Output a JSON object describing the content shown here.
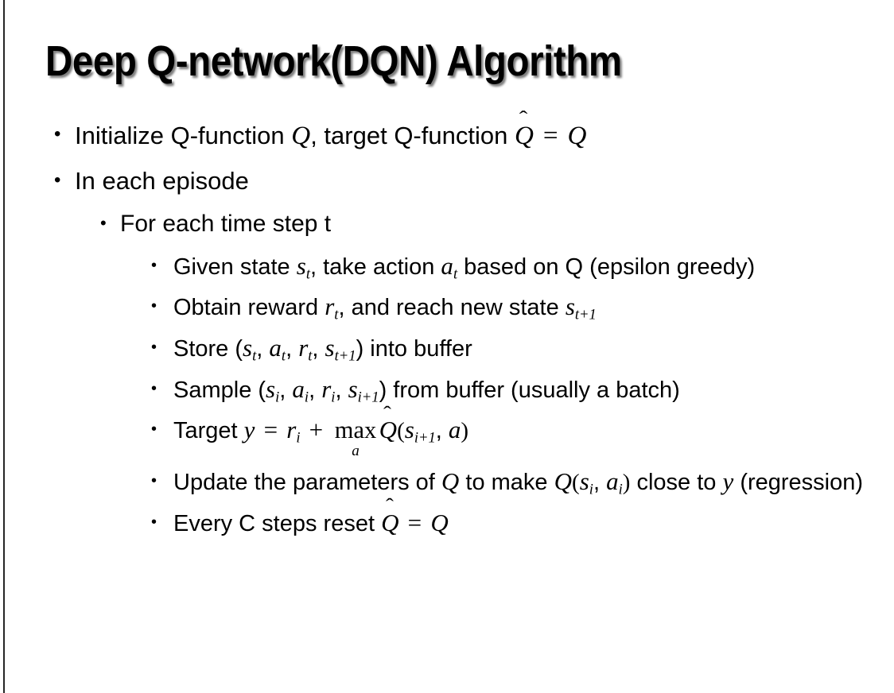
{
  "slide": {
    "title": "Deep Q-network(DQN) Algorithm",
    "background_color": "#ffffff",
    "text_color": "#000000",
    "left_rule_color": "#262626",
    "bullet_glyph": "•"
  },
  "content": {
    "level1": [
      {
        "id": "initialize",
        "text_parts": [
          "Initialize Q-function ",
          "Q",
          ", target Q-function ",
          "Q̂",
          " = ",
          "Q"
        ]
      },
      {
        "id": "in-each-episode",
        "text": "In each episode"
      }
    ],
    "level2": [
      {
        "id": "for-each-time-step",
        "text": "For each time step t"
      }
    ],
    "level3": [
      {
        "id": "given-state",
        "text": "Given state s_t, take action a_t based on Q (epsilon greedy)"
      },
      {
        "id": "obtain-reward",
        "text": "Obtain reward r_t, and reach new state s_{t+1}"
      },
      {
        "id": "store-transition",
        "text": "Store (s_t, a_t, r_t, s_{t+1}) into buffer"
      },
      {
        "id": "sample-batch",
        "text": "Sample (s_i, a_i, r_i, s_{i+1}) from buffer (usually a batch)"
      },
      {
        "id": "target-y",
        "text": "Target y = r_i + max_a Q̂(s_{i+1}, a)"
      },
      {
        "id": "update-parameters",
        "text": "Update the parameters of Q to make Q(s_i, a_i) close to y (regression)"
      },
      {
        "id": "reset-target",
        "text": "Every C steps reset Q̂ = Q"
      }
    ]
  },
  "tokens": {
    "initialize_pre": "Initialize Q-function",
    "initialize_mid": ", target Q-function",
    "in_each_episode": "In each episode",
    "for_each_time_step": "For each time step t",
    "given_state_pre": "Given state",
    "given_state_mid": ", take action",
    "given_state_post": "based on Q (epsilon greedy)",
    "obtain_pre": "Obtain reward",
    "obtain_post": ", and reach new state",
    "store_pre": "Store (",
    "store_post": ") into buffer",
    "sample_pre": "Sample (",
    "sample_post": ") from buffer (usually a batch)",
    "target_pre": "Target",
    "update_pre": "Update the parameters of",
    "update_mid": "to make",
    "update_post": "close to",
    "update_tail": "(regression)",
    "every_c_pre": "Every C steps reset",
    "op_max": "max",
    "q": "Q",
    "s": "s",
    "a": "a",
    "r": "r",
    "y": "y",
    "i": "i",
    "t": "t",
    "sub_t": "t",
    "sub_i": "i",
    "sub_t1": "t+1",
    "sub_i1": "i+1",
    "eq": "=",
    "plus": "+",
    "comma": ",",
    "lparen": "(",
    "rparen": ")",
    "hat_accent": "ˆ"
  }
}
